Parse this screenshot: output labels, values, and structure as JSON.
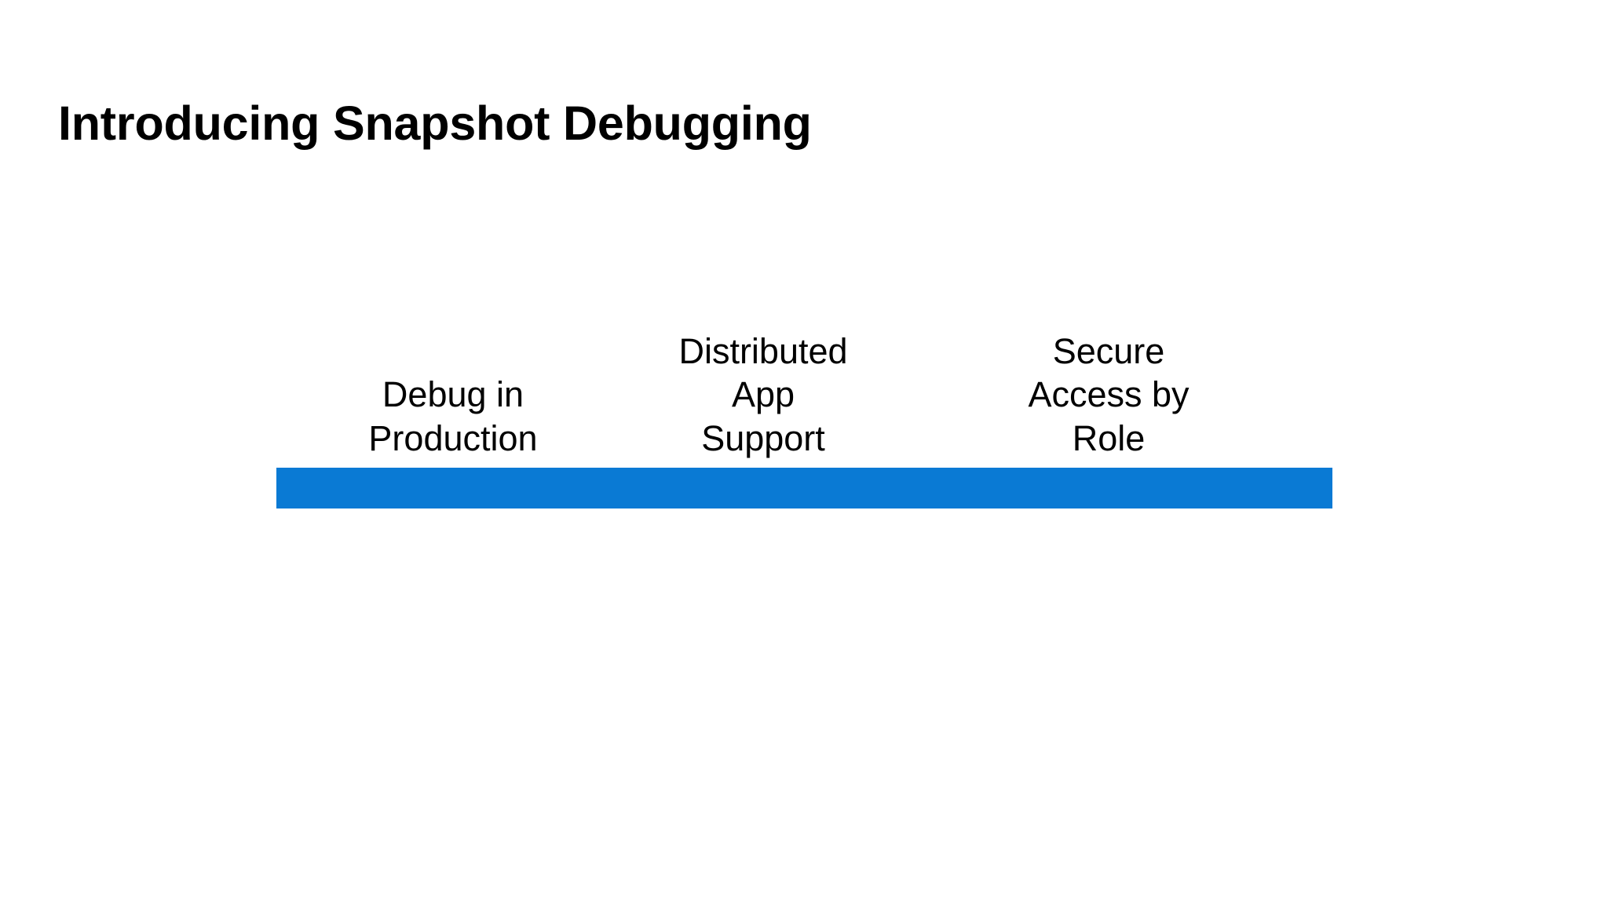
{
  "slide": {
    "title": "Introducing Snapshot Debugging",
    "background_color": "#FFFFFF",
    "text_color": "#000000"
  },
  "diagram": {
    "accent_color": "#0A7AD4",
    "bar_label": "",
    "pillars": [
      {
        "label": "Debug in\nProduction"
      },
      {
        "label": "Distributed\nApp\nSupport"
      },
      {
        "label": "Secure\nAccess by\nRole"
      }
    ]
  }
}
